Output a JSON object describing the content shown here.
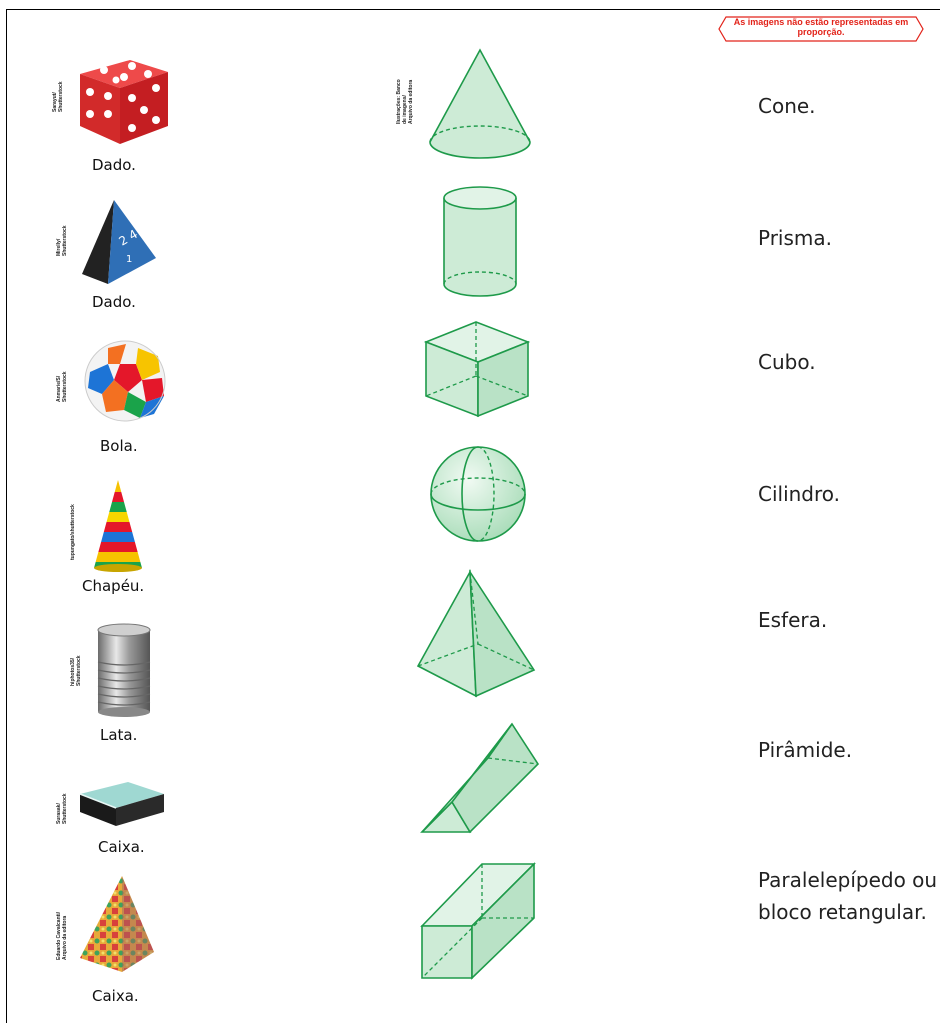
{
  "notice": "As imagens não estão representadas em proporção.",
  "objects": [
    {
      "label": "Dado.",
      "credit": "Sarayut/\nShutterstock"
    },
    {
      "label": "Dado.",
      "credit": "Mirelly/\nShutterstock"
    },
    {
      "label": "Bola.",
      "credit": "Anmarie/S/\nShutterstock"
    },
    {
      "label": "Chapéu.",
      "credit": "tupungato/shutterstock"
    },
    {
      "label": "Lata.",
      "credit": "hiphotos35/\nShutterstock"
    },
    {
      "label": "Caixa.",
      "credit": "Surasak/\nShutterstock"
    },
    {
      "label": "Caixa.",
      "credit": "Eduardo Cavalcanti/\nArquivo da editora"
    }
  ],
  "shape_credit": "Ilustrações: Banco\nde imagens/\nArquivo da editora",
  "shapes": [
    "cone",
    "cylinder",
    "cube",
    "sphere",
    "pyramid",
    "triangular-prism",
    "rectangular-prism"
  ],
  "names": [
    "Cone.",
    "Prisma.",
    "Cubo.",
    "Cilindro.",
    "Esfera.",
    "Pirâmide.",
    "Paralelepípedo ou bloco retangular."
  ],
  "colors": {
    "shape_stroke": "#1e9a4a",
    "shape_fill": "#cdebd6",
    "notice": "#e2231a"
  }
}
